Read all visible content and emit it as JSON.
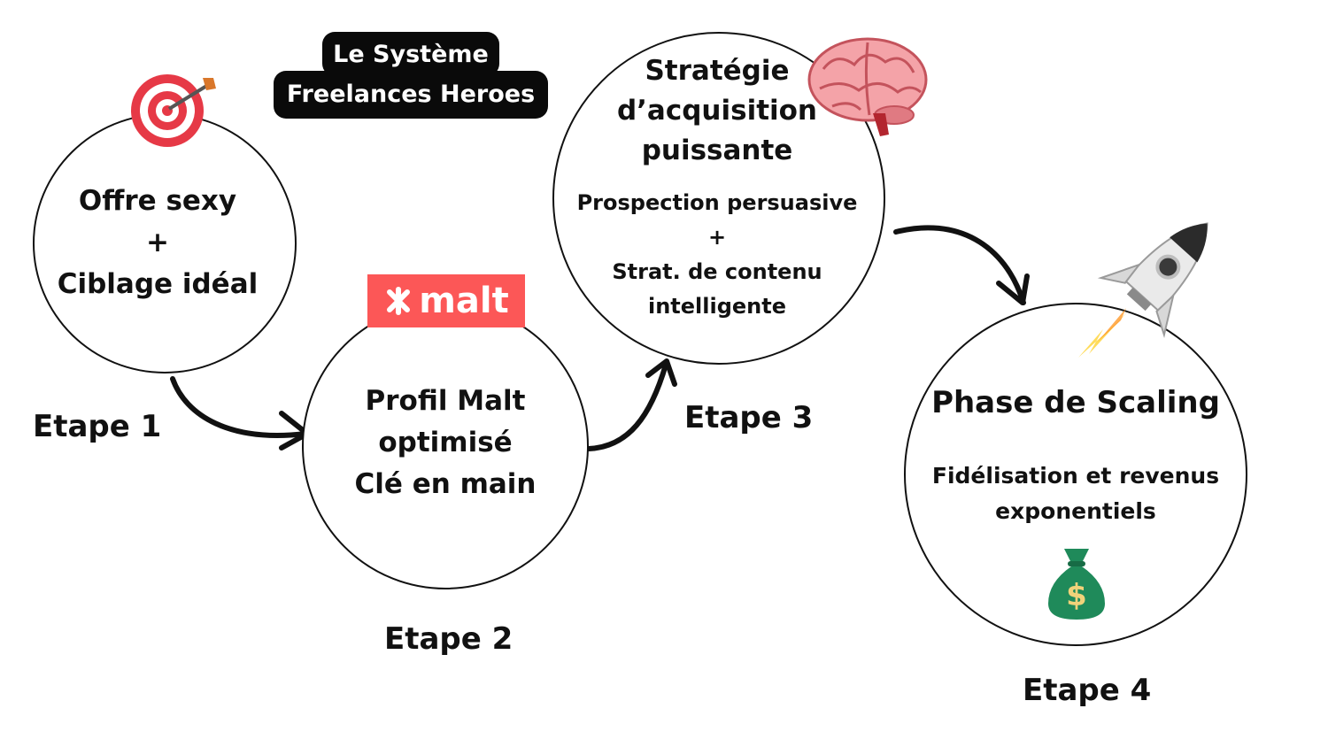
{
  "title": {
    "line1": "Le Système",
    "line2": "Freelances Heroes"
  },
  "logo": {
    "malt_text": "malt",
    "brand_color": "#fc5757"
  },
  "steps": [
    {
      "label": "Etape 1",
      "icon": "target-icon",
      "lines": [
        "Offre sexy",
        "+",
        "Ciblage idéal"
      ]
    },
    {
      "label": "Etape 2",
      "icon": "malt-logo",
      "lines": [
        "Profil Malt",
        "optimisé",
        "Clé en main"
      ]
    },
    {
      "label": "Etape 3",
      "icon": "brain-icon",
      "heading": [
        "Stratégie",
        "d’acquisition",
        "puissante"
      ],
      "lines": [
        "Prospection persuasive",
        "+",
        "Strat. de contenu",
        "intelligente"
      ]
    },
    {
      "label": "Etape 4",
      "icon": "rocket-icon",
      "heading": "Phase de Scaling",
      "lines": [
        "Fidélisation et revenus",
        "exponentiels"
      ],
      "extra_icon": "money-bag-icon",
      "money_symbol": "$"
    }
  ],
  "colors": {
    "title_bg": "#0a0a0a",
    "money_bag": "#1f8a5a",
    "money_symbol": "#f1d27a",
    "target_red": "#e63946"
  }
}
